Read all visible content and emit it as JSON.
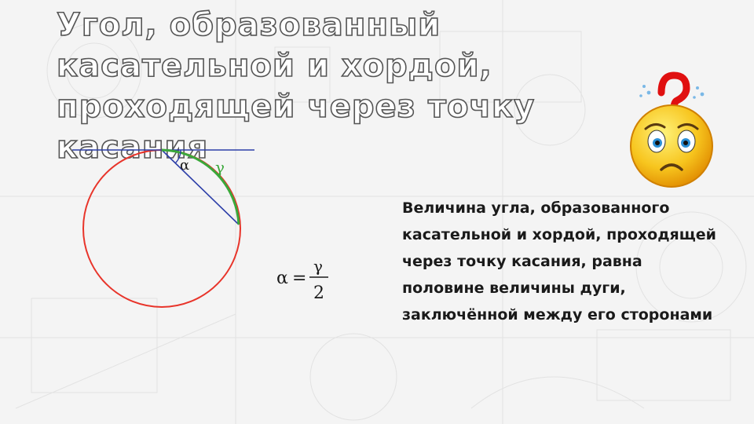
{
  "slide": {
    "title": "Угол, образованный касательной и хордой, проходящей через точку касания",
    "description": "Величина угла, образованного касательной и хордой, проходящей через точку касания, равна половине величины дуги, заключённой между его сторонами"
  },
  "diagram": {
    "alpha_label": "α",
    "gamma_label": "γ",
    "formula": {
      "lhs": "α",
      "equals": "=",
      "numerator": "γ",
      "denominator": "2"
    }
  },
  "icons": {
    "emoji": "confused-face-icon",
    "question": "question-mark-icon"
  },
  "colors": {
    "circle": "#e8342a",
    "tangent": "#2c3ea8",
    "chord": "#2c3ea8",
    "arc": "#3aa83a",
    "face": "#f7c51e",
    "question": "#e01010"
  }
}
